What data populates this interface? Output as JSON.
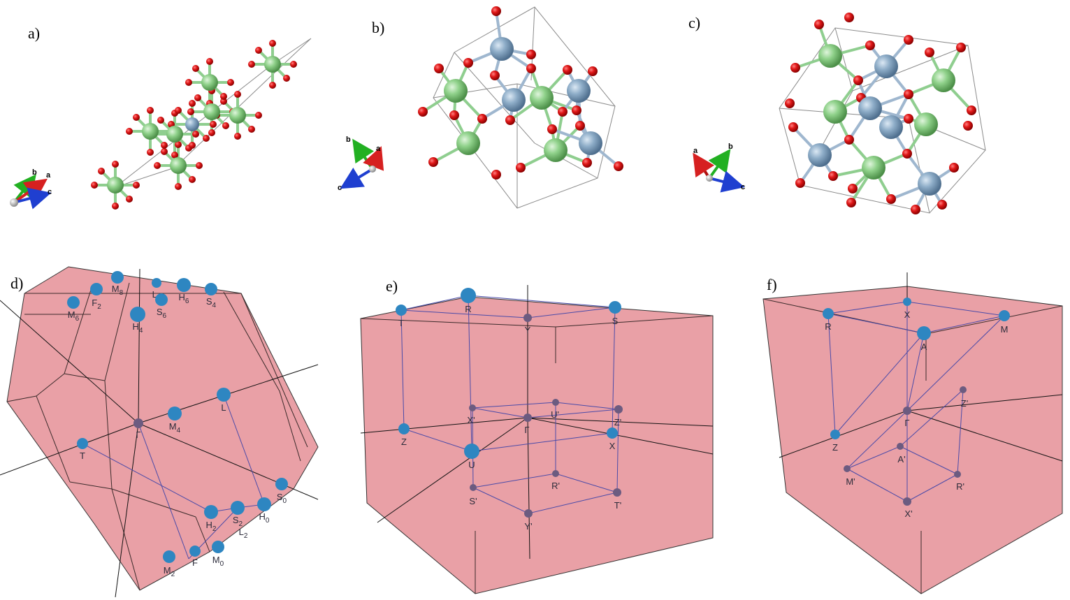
{
  "panels": {
    "a": {
      "label": "a)"
    },
    "b": {
      "label": "b)"
    },
    "c": {
      "label": "c)"
    },
    "d": {
      "label": "d)"
    },
    "e": {
      "label": "e)"
    },
    "f": {
      "label": "f)"
    }
  },
  "axes_triads": {
    "a": {
      "a": "a",
      "b": "b",
      "c": "c"
    },
    "b": {
      "a": "a",
      "b": "b",
      "c": "c"
    },
    "c": {
      "a": "a",
      "b": "b",
      "c": "c"
    }
  },
  "colors": {
    "oxygen": "#d61f1f",
    "green_atom": "#8fd18a",
    "blue_atom": "#8eadc8",
    "bz_fill": "#e9a0a6",
    "kpoint_big": "#2e86c1",
    "kpoint_small": "#6c5b80",
    "axis_a": "#d62020",
    "axis_b": "#22b022",
    "axis_c": "#1f3fd0"
  },
  "kpoints_d": [
    {
      "label": "M8",
      "main": "M",
      "sub": "8"
    },
    {
      "label": "L4",
      "main": "L",
      "sub": "4"
    },
    {
      "label": "H6",
      "main": "H",
      "sub": "6"
    },
    {
      "label": "S4",
      "main": "S",
      "sub": "4"
    },
    {
      "label": "F2",
      "main": "F",
      "sub": "2"
    },
    {
      "label": "M6",
      "main": "M",
      "sub": "6"
    },
    {
      "label": "S6",
      "main": "S",
      "sub": "6"
    },
    {
      "label": "H4",
      "main": "H",
      "sub": "4"
    },
    {
      "label": "L",
      "main": "L",
      "sub": ""
    },
    {
      "label": "M4",
      "main": "M",
      "sub": "4"
    },
    {
      "label": "Γ",
      "main": "Γ",
      "sub": ""
    },
    {
      "label": "T",
      "main": "T",
      "sub": ""
    },
    {
      "label": "S0",
      "main": "S",
      "sub": "0"
    },
    {
      "label": "H2",
      "main": "H",
      "sub": "2"
    },
    {
      "label": "S2",
      "main": "S",
      "sub": "2"
    },
    {
      "label": "L2",
      "main": "L",
      "sub": "2"
    },
    {
      "label": "H0",
      "main": "H",
      "sub": "0"
    },
    {
      "label": "M2",
      "main": "M",
      "sub": "2"
    },
    {
      "label": "F",
      "main": "F",
      "sub": ""
    },
    {
      "label": "M0",
      "main": "M",
      "sub": "0"
    }
  ],
  "kpoints_e": [
    {
      "label": "R"
    },
    {
      "label": "T"
    },
    {
      "label": "Y"
    },
    {
      "label": "S"
    },
    {
      "label": "X'"
    },
    {
      "label": "U'"
    },
    {
      "label": "Z'"
    },
    {
      "label": "Γ"
    },
    {
      "label": "Z"
    },
    {
      "label": "X"
    },
    {
      "label": "U"
    },
    {
      "label": "R'"
    },
    {
      "label": "S'"
    },
    {
      "label": "T'"
    },
    {
      "label": "Y'"
    }
  ],
  "kpoints_f": [
    {
      "label": "X"
    },
    {
      "label": "R"
    },
    {
      "label": "M"
    },
    {
      "label": "A"
    },
    {
      "label": "Z'"
    },
    {
      "label": "Γ"
    },
    {
      "label": "Z"
    },
    {
      "label": "A'"
    },
    {
      "label": "M'"
    },
    {
      "label": "R'"
    },
    {
      "label": "X'"
    }
  ]
}
